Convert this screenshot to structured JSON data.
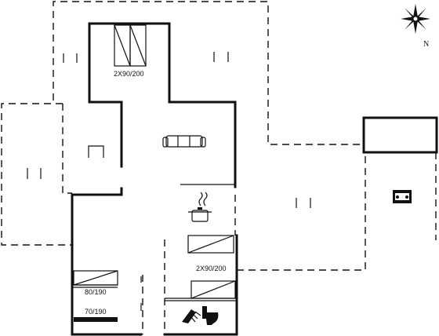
{
  "labels": {
    "bedroom_top": "2X90/200",
    "bedroom_right": "2X90/200",
    "bed_small_1": "80/190",
    "bed_small_2": "70/190",
    "compass_north": "N"
  },
  "icons": [
    "compass-rose-icon",
    "sofa-icon",
    "pot-icon",
    "tv-icon",
    "car-icon",
    "shower-icon",
    "toilet-icon",
    "table-icon"
  ]
}
